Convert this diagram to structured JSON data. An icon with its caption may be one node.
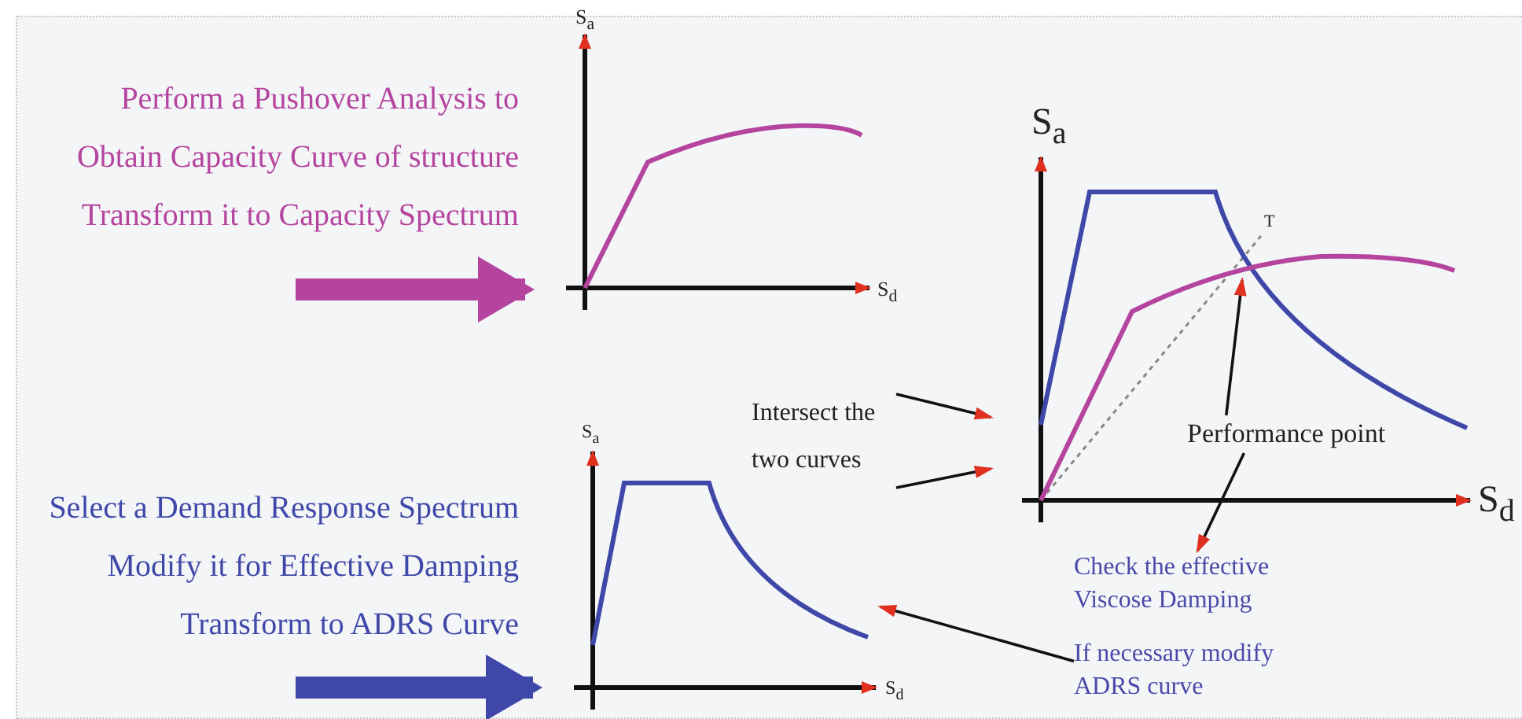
{
  "diagram": {
    "nodes": [
      {
        "text": [
          "Perform a Pushover Analysis to Obtain Capacity Curve of structure Transform it to Capacity Spectrum"
        ]
      },
      {
        "text": [],
        "shape": "picture",
        "beside": [
          "S$_{a}$",
          "S$_{d}$"
        ]
      },
      {
        "text": [
          "Select a Demand Response Spectrum Modify it for Effective Damping Transform to ADRS Curve"
        ]
      },
      {
        "text": [],
        "shape": "picture",
        "beside": [
          "S$_{a}$",
          "S$_{d}$"
        ]
      },
      {
        "text": [
          "Intersect the two curves"
        ]
      },
      {
        "text": [],
        "shape": "picture",
        "beside": [
          "S$_{a}$",
          "T",
          "S$_{d}$"
        ]
      },
      {
        "text": [
          "Performance point"
        ],
        "in": 5
      },
      {
        "text": [
          "Check the effective Viscose Damping"
        ]
      },
      {
        "text": [
          "If necessary modify ADRS curve"
        ]
      }
    ],
    "edges": [
      {
        "from": null,
        "to": 1,
        "arrow": "to",
        "style": "thick",
        "color": "#b5449e"
      },
      {
        "from": null,
        "to": 3,
        "arrow": "to",
        "style": "thick",
        "color": "#3f48a8"
      },
      {
        "from": 4,
        "to": 5,
        "arrow": "to"
      },
      {
        "from": 4,
        "to": 5,
        "arrow": "to"
      },
      {
        "from": 6,
        "to": null,
        "arrow": "to"
      },
      {
        "from": 6,
        "to": 7,
        "arrow": "to"
      },
      {
        "from": 8,
        "to": 3,
        "arrow": "to"
      }
    ]
  }
}
